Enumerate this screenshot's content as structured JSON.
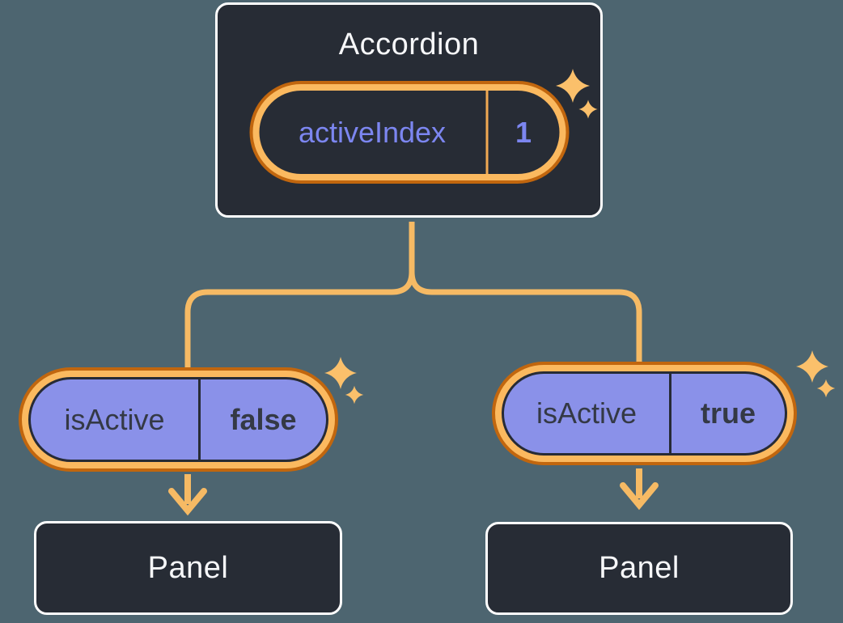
{
  "theme": {
    "bg": "#4D6570",
    "box-bg": "#272C35",
    "box-border": "#FFFFFF",
    "orange-dark": "#C1660E",
    "orange-light": "#FBB95F",
    "connector": "#F6BA64",
    "sparkle": "#FBC06B",
    "purple-fill": "#8A91E9",
    "purple-text": "#7C86F0",
    "navy": "#272B35",
    "divider-orange": "#F0A952",
    "dark-text": "#343945",
    "light-text": "#F6F7F9"
  },
  "accordion": {
    "title": "Accordion",
    "state": {
      "name": "activeIndex",
      "value": "1"
    }
  },
  "children": [
    {
      "prop": {
        "name": "isActive",
        "value": "false"
      },
      "panel": {
        "title": "Panel"
      }
    },
    {
      "prop": {
        "name": "isActive",
        "value": "true"
      },
      "panel": {
        "title": "Panel"
      }
    }
  ]
}
